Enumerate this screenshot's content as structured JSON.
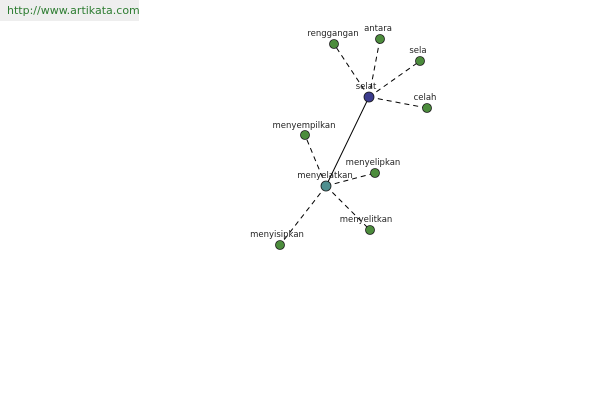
{
  "site": {
    "url_text": "http://www.artikata.com"
  },
  "colors": {
    "background": "#ffffff",
    "badge_bg": "#eeeeee",
    "badge_text": "#2e7d32",
    "edge": "#000000",
    "leaf_node": "#4c8c3c",
    "central_node": "#3b3b8c",
    "secondary_node": "#4f8f8f"
  },
  "graph": {
    "central": "selat",
    "nodes": [
      {
        "id": "selat",
        "label": "selat",
        "kind": "central"
      },
      {
        "id": "renggangan",
        "label": "renggangan",
        "kind": "leaf"
      },
      {
        "id": "antara",
        "label": "antara",
        "kind": "leaf"
      },
      {
        "id": "sela",
        "label": "sela",
        "kind": "leaf"
      },
      {
        "id": "celah",
        "label": "celah",
        "kind": "leaf"
      },
      {
        "id": "menyelatkan",
        "label": "menyelatkan",
        "kind": "secondary"
      },
      {
        "id": "menyempilkan",
        "label": "menyempilkan",
        "kind": "leaf"
      },
      {
        "id": "menyelipkan",
        "label": "menyelipkan",
        "kind": "leaf"
      },
      {
        "id": "menyelitkan",
        "label": "menyelitkan",
        "kind": "leaf"
      },
      {
        "id": "menyisipkan",
        "label": "menyisipkan",
        "kind": "leaf"
      }
    ],
    "edges": [
      {
        "from": "selat",
        "to": "renggangan",
        "style": "dashed"
      },
      {
        "from": "selat",
        "to": "antara",
        "style": "dashed"
      },
      {
        "from": "selat",
        "to": "sela",
        "style": "dashed"
      },
      {
        "from": "selat",
        "to": "celah",
        "style": "dashed"
      },
      {
        "from": "selat",
        "to": "menyelatkan",
        "style": "solid"
      },
      {
        "from": "menyelatkan",
        "to": "menyempilkan",
        "style": "dashed"
      },
      {
        "from": "menyelatkan",
        "to": "menyelipkan",
        "style": "dashed"
      },
      {
        "from": "menyelatkan",
        "to": "menyelitkan",
        "style": "dashed"
      },
      {
        "from": "menyelatkan",
        "to": "menyisipkan",
        "style": "dashed"
      }
    ]
  }
}
